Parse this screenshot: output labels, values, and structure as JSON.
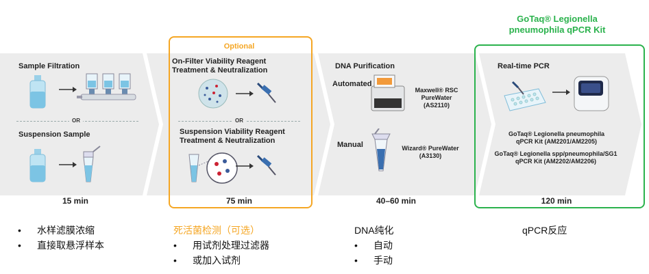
{
  "colors": {
    "band": "#ececec",
    "optional": "#f5a623",
    "kit": "#2ab24c"
  },
  "stage1": {
    "title_a": "Sample Filtration",
    "or": "OR",
    "title_b": "Suspension Sample",
    "time": "15 min"
  },
  "stage2": {
    "optional": "Optional",
    "title_a": "On-Filter Viability Reagent Treatment & Neutralization",
    "or": "OR",
    "title_b": "Suspension Viability Reagent Treatment & Neutralization",
    "time": "75 min"
  },
  "stage3": {
    "title": "DNA Purification",
    "automated": "Automated",
    "maxwell": "Maxwell® RSC PureWater (AS2110)",
    "manual": "Manual",
    "wizard": "Wizard® PureWater (A3130)",
    "time": "40–60 min"
  },
  "stage4": {
    "kit_title": "GoTaq® Legionella pneumophila qPCR Kit",
    "title": "Real-time PCR",
    "kit1": "GoTaq® Legionella pneumophila qPCR Kit (AM2201/AM2205)",
    "kit2": "GoTaq® Legionella spp/pneumophila/SG1 qPCR Kit (AM2202/AM2206)",
    "time": "120 min"
  },
  "notes": {
    "col1": [
      "水样滤膜浓缩",
      "直接取悬浮样本"
    ],
    "col2_title": "死活菌检测（可选）",
    "col2": [
      "用试剂处理过滤器",
      "或加入试剂"
    ],
    "col3_title": "DNA纯化",
    "col3": [
      "自动",
      "手动"
    ],
    "col4_title": "qPCR反应"
  }
}
